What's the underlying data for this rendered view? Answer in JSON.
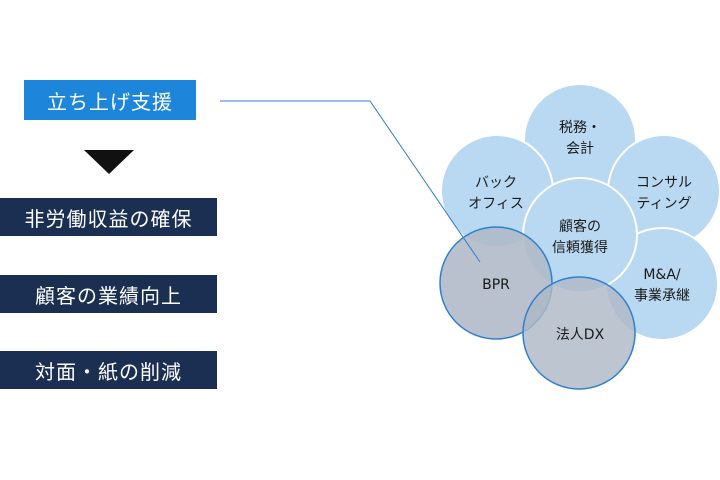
{
  "start": {
    "label": "立ち上げ支援"
  },
  "goals": [
    "非労働収益の確保",
    "顧客の業績向上",
    "対面・紙の削減"
  ],
  "diagram": {
    "center": [
      "顧客の",
      "信頼獲得"
    ],
    "petals": {
      "tax": [
        "税務・",
        "会計"
      ],
      "backoffice": [
        "バック",
        "オフィス"
      ],
      "consulting": [
        "コンサル",
        "ティング"
      ],
      "bpr": [
        "BPR"
      ],
      "corporate_dx": [
        "法人DX"
      ],
      "ma": [
        "M&A/",
        "事業承継"
      ]
    },
    "colors": {
      "petal_fill": "#b9d8f1",
      "petal_stroke": "#ffffff",
      "highlight_fill": "#aeb8c6",
      "highlight_stroke": "#2f7fd0",
      "connector": "#2f7fd0"
    }
  }
}
